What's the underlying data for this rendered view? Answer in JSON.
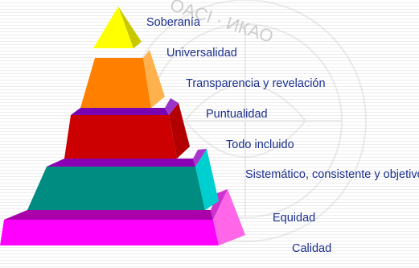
{
  "levels": [
    {
      "label": "Soberanía"
    },
    {
      "label": "Universalidad"
    },
    {
      "label": "Transparencia y revelación"
    },
    {
      "label": "Puntualidad"
    },
    {
      "label": "Todo incluido"
    },
    {
      "label": "Sistemático, consistente y objetivo"
    },
    {
      "label": "Equidad"
    },
    {
      "label": "Calidad"
    }
  ],
  "colors": {
    "soberania": "#ffff00",
    "universalidad": "#ff8000",
    "transparencia": "#ff8000",
    "puntualidad": "#7a00b4",
    "todo_incluido": "#cc0000",
    "sistematico": "#008c80",
    "equidad": "#aa00aa",
    "calidad": "#ff00ff",
    "label_text": "#1a2f8f"
  },
  "watermark": {
    "text": "OACI · ИКАО"
  }
}
